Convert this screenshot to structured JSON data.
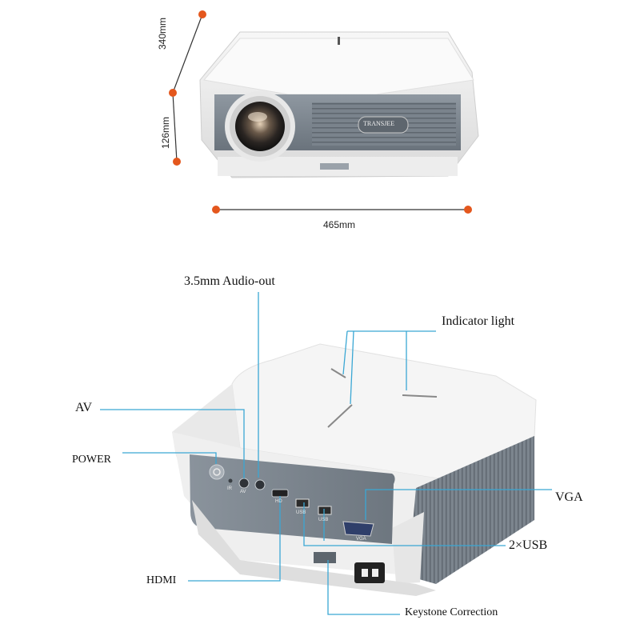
{
  "dimensions": {
    "depth": "340mm",
    "height": "126mm",
    "width": "465mm"
  },
  "brand": "TRANSJEE",
  "callouts": {
    "audio_out": "3.5mm Audio-out",
    "indicator_light": "Indicator light",
    "av": "AV",
    "power": "POWER",
    "vga": "VGA",
    "usb": "2×USB",
    "hdmi": "HDMI",
    "keystone": "Keystone Correction"
  },
  "port_labels": {
    "ir": "IR",
    "av": "AV",
    "hd": "HD",
    "usb1": "USB",
    "usb2": "USB",
    "vga": "VGA"
  },
  "colors": {
    "leader_line": "#3aa7d4",
    "dim_dot": "#e4571d",
    "body": "#f2f2f2",
    "panel": "#7d8791"
  }
}
